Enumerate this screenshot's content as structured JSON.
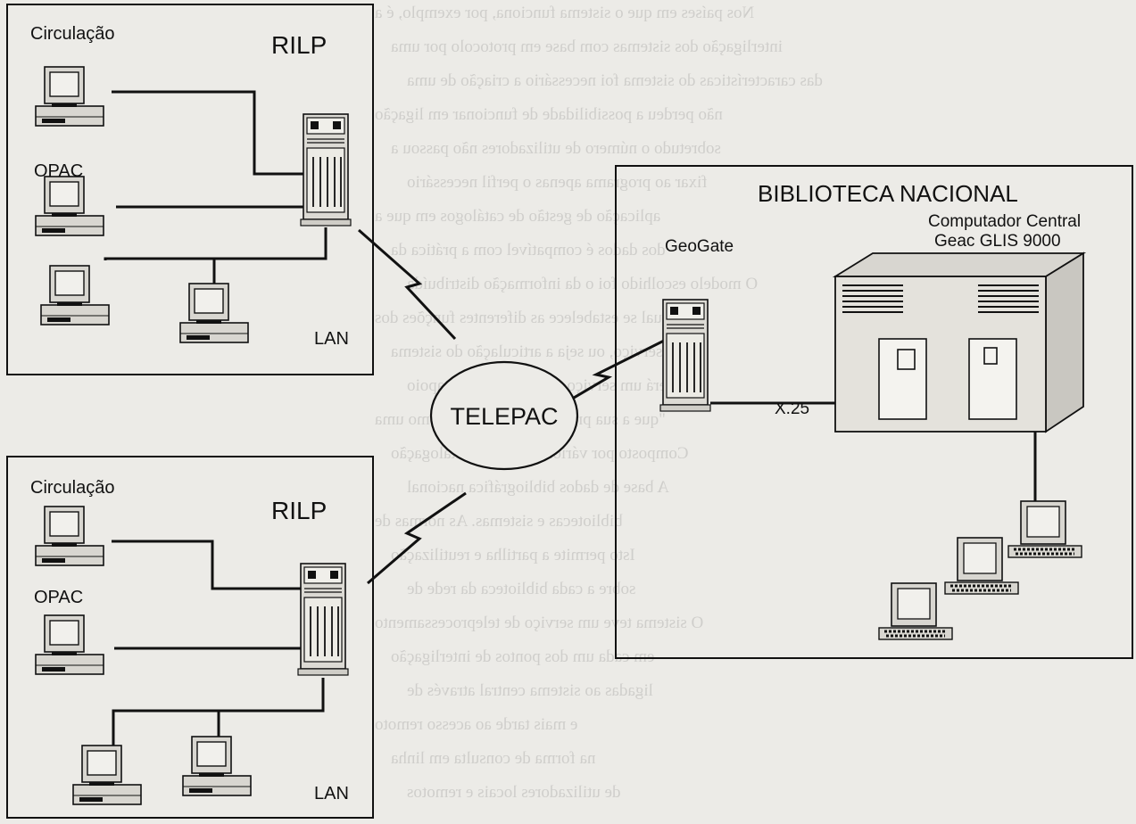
{
  "rilp_top": {
    "title": "RILP",
    "label_circulation": "Circulação",
    "label_opac": "OPAC",
    "label_lan": "LAN"
  },
  "rilp_bottom": {
    "title": "RILP",
    "label_circulation": "Circulação",
    "label_opac": "OPAC",
    "label_lan": "LAN"
  },
  "network": {
    "telepac_label": "TELEPAC"
  },
  "biblioteca": {
    "title": "BIBLIOTECA NACIONAL",
    "mainframe_label_line1": "Computador Central",
    "mainframe_label_line2": "Geac GLIS 9000",
    "gateway_label": "GeoGate",
    "x25_label": "X.25"
  },
  "background_bleed_text": [
    "Nos países em que o sistema funciona, por exemplo, é a",
    "interligação dos sistemas com base em protocolo por uma",
    "das características do sistema foi necessário a criação de uma",
    "não perdeu a possibilidade de funcionar em ligação",
    "sobretudo o número de utilizadores não passou a",
    "fixar ao programa apenas o perfil necessário",
    "aplicação de gestão de catálogos em que a",
    "dos dados é compatível com a prática da",
    "O modelo escolhido foi o da informação distribuída",
    "qual se estabelece as diferentes funções dos",
    "de serviço, ou seja a articulação do sistema",
    "terá um serviço de manutenção e apoio",
    "\"que a sua prática era entendida como uma",
    "Composto por vários módulos: Catalogação",
    "A base de dados bibliográfica nacional",
    "bibliotecas e sistemas. As normas de",
    "Isto permite a partilha e reutilização",
    "sobre a cada biblioteca da rede de",
    "O sistema teve um serviço de teleprocessamento",
    "em cada um dos pontos de interligação",
    "ligadas ao sistema central através de",
    "e mais tarde ao acesso remoto",
    "na forma de consulta em linha",
    "de utilizadores locais e remotos"
  ]
}
